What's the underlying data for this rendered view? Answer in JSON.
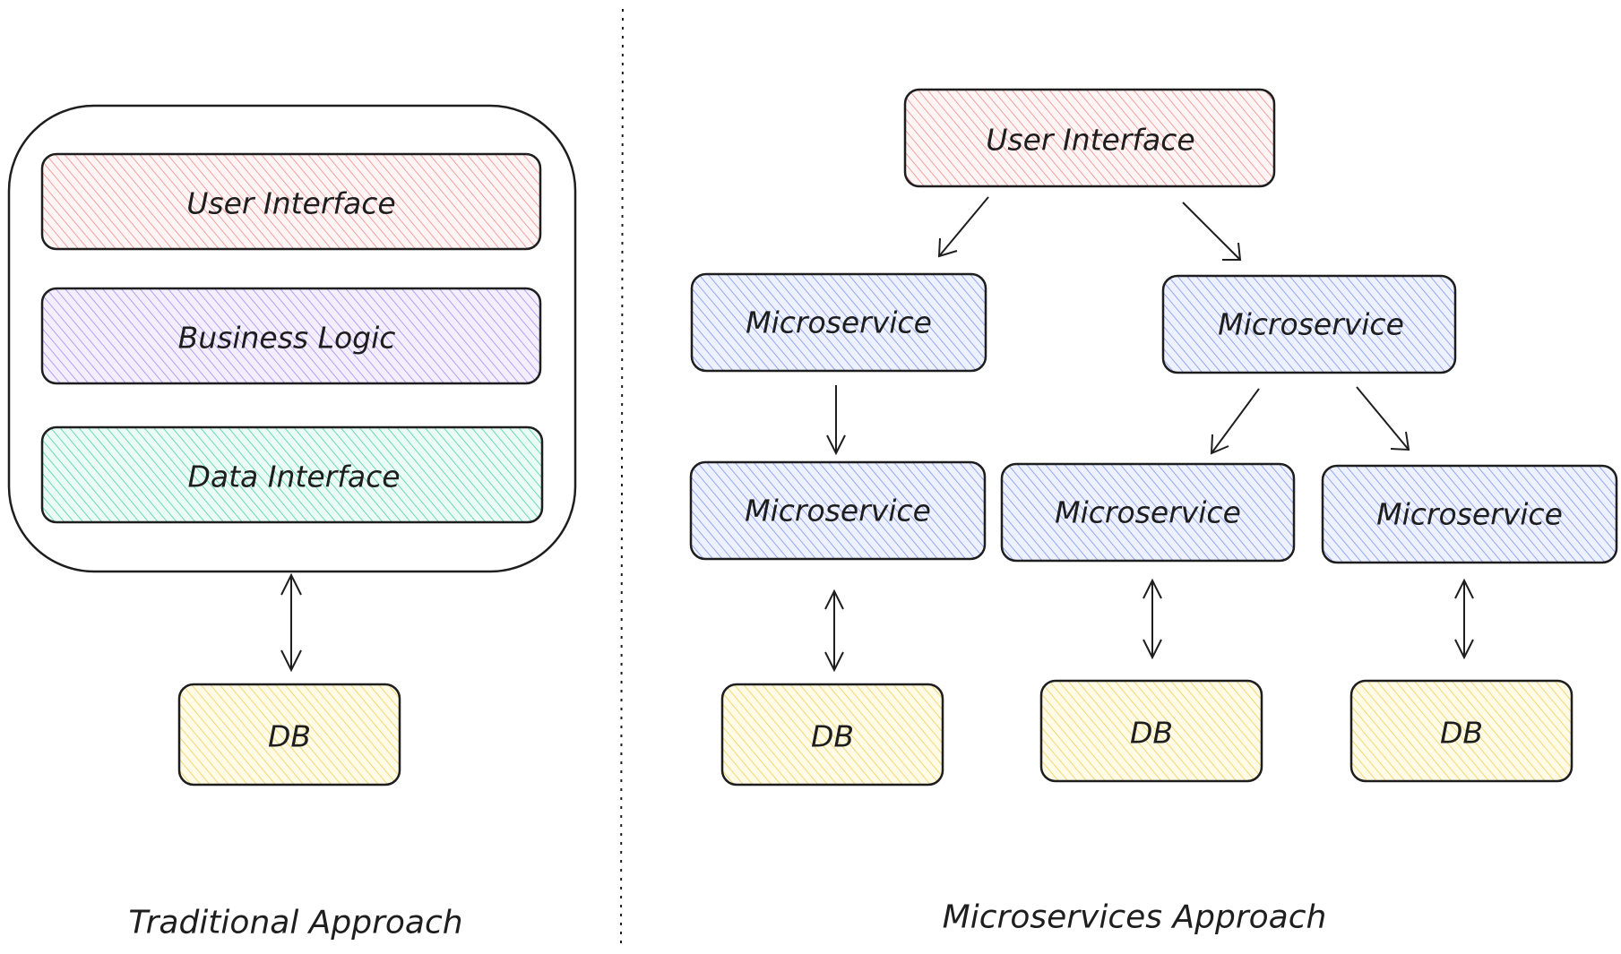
{
  "colors": {
    "ui": "#ffc9c9",
    "business": "#d0bfff",
    "data": "#96f2d7",
    "db": "#ffec99",
    "microservice": "#bac8ff",
    "stroke": "#1e1e1e"
  },
  "traditional": {
    "caption": "Traditional Approach",
    "layers": {
      "ui": "User Interface",
      "business": "Business Logic",
      "data": "Data Interface"
    },
    "db": "DB"
  },
  "microservices": {
    "caption": "Microservices Approach",
    "ui": "User Interface",
    "services": {
      "left_top": "Microservice",
      "right_top": "Microservice",
      "left_bottom": "Microservice",
      "mid_bottom": "Microservice",
      "right_bottom": "Microservice"
    },
    "dbs": {
      "left": "DB",
      "mid": "DB",
      "right": "DB"
    }
  }
}
